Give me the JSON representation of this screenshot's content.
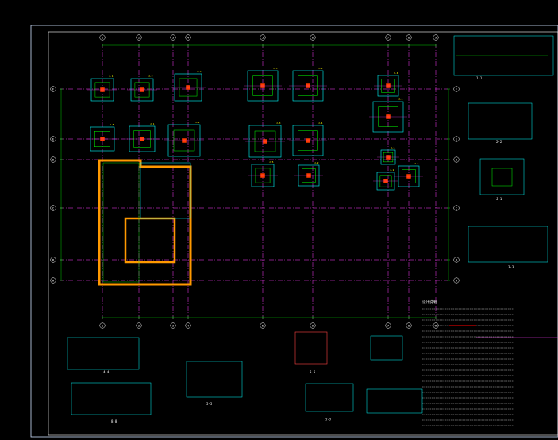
{
  "drawing": {
    "background": "#000000",
    "colors": {
      "frame": "#ffffff",
      "grid_axis": "#ff3cff",
      "column_grid": "#ff66ff",
      "footing_outer": "#00ffff",
      "footing_inner": "#00ff00",
      "column": "#ff3c00",
      "wall_hatch": "#ff9900",
      "dimension": "#00ff00",
      "text": "#ffff00",
      "note_text": "#ffffff",
      "red_note": "#ff0000"
    }
  },
  "axes": {
    "columns": [
      "1",
      "2",
      "3",
      "4",
      "5",
      "6",
      "7",
      "8",
      "9"
    ],
    "rows": [
      "A",
      "B",
      "C",
      "D",
      "E",
      "F"
    ]
  },
  "footings": [
    {
      "label": "J-1"
    },
    {
      "label": "J-2"
    },
    {
      "label": "J-3"
    },
    {
      "label": "J-3"
    },
    {
      "label": "J-4"
    },
    {
      "label": "J-4"
    },
    {
      "label": "J-5"
    },
    {
      "label": "J-1"
    },
    {
      "label": "J-2"
    },
    {
      "label": "J-3"
    },
    {
      "label": "J-4"
    },
    {
      "label": "J-4"
    },
    {
      "label": "J-5"
    },
    {
      "label": "J-2"
    },
    {
      "label": "J-2"
    },
    {
      "label": "J-5"
    },
    {
      "label": "J-5"
    }
  ],
  "right_panel": {
    "section_titles": [
      "1-1",
      "2-2",
      "J-1",
      "3-3"
    ]
  },
  "notes": {
    "heading": "设计说明",
    "line_count": 22
  },
  "bottom_details": {
    "titles": [
      "4-4",
      "5-5",
      "6-6",
      "7-7",
      "8-8"
    ]
  }
}
